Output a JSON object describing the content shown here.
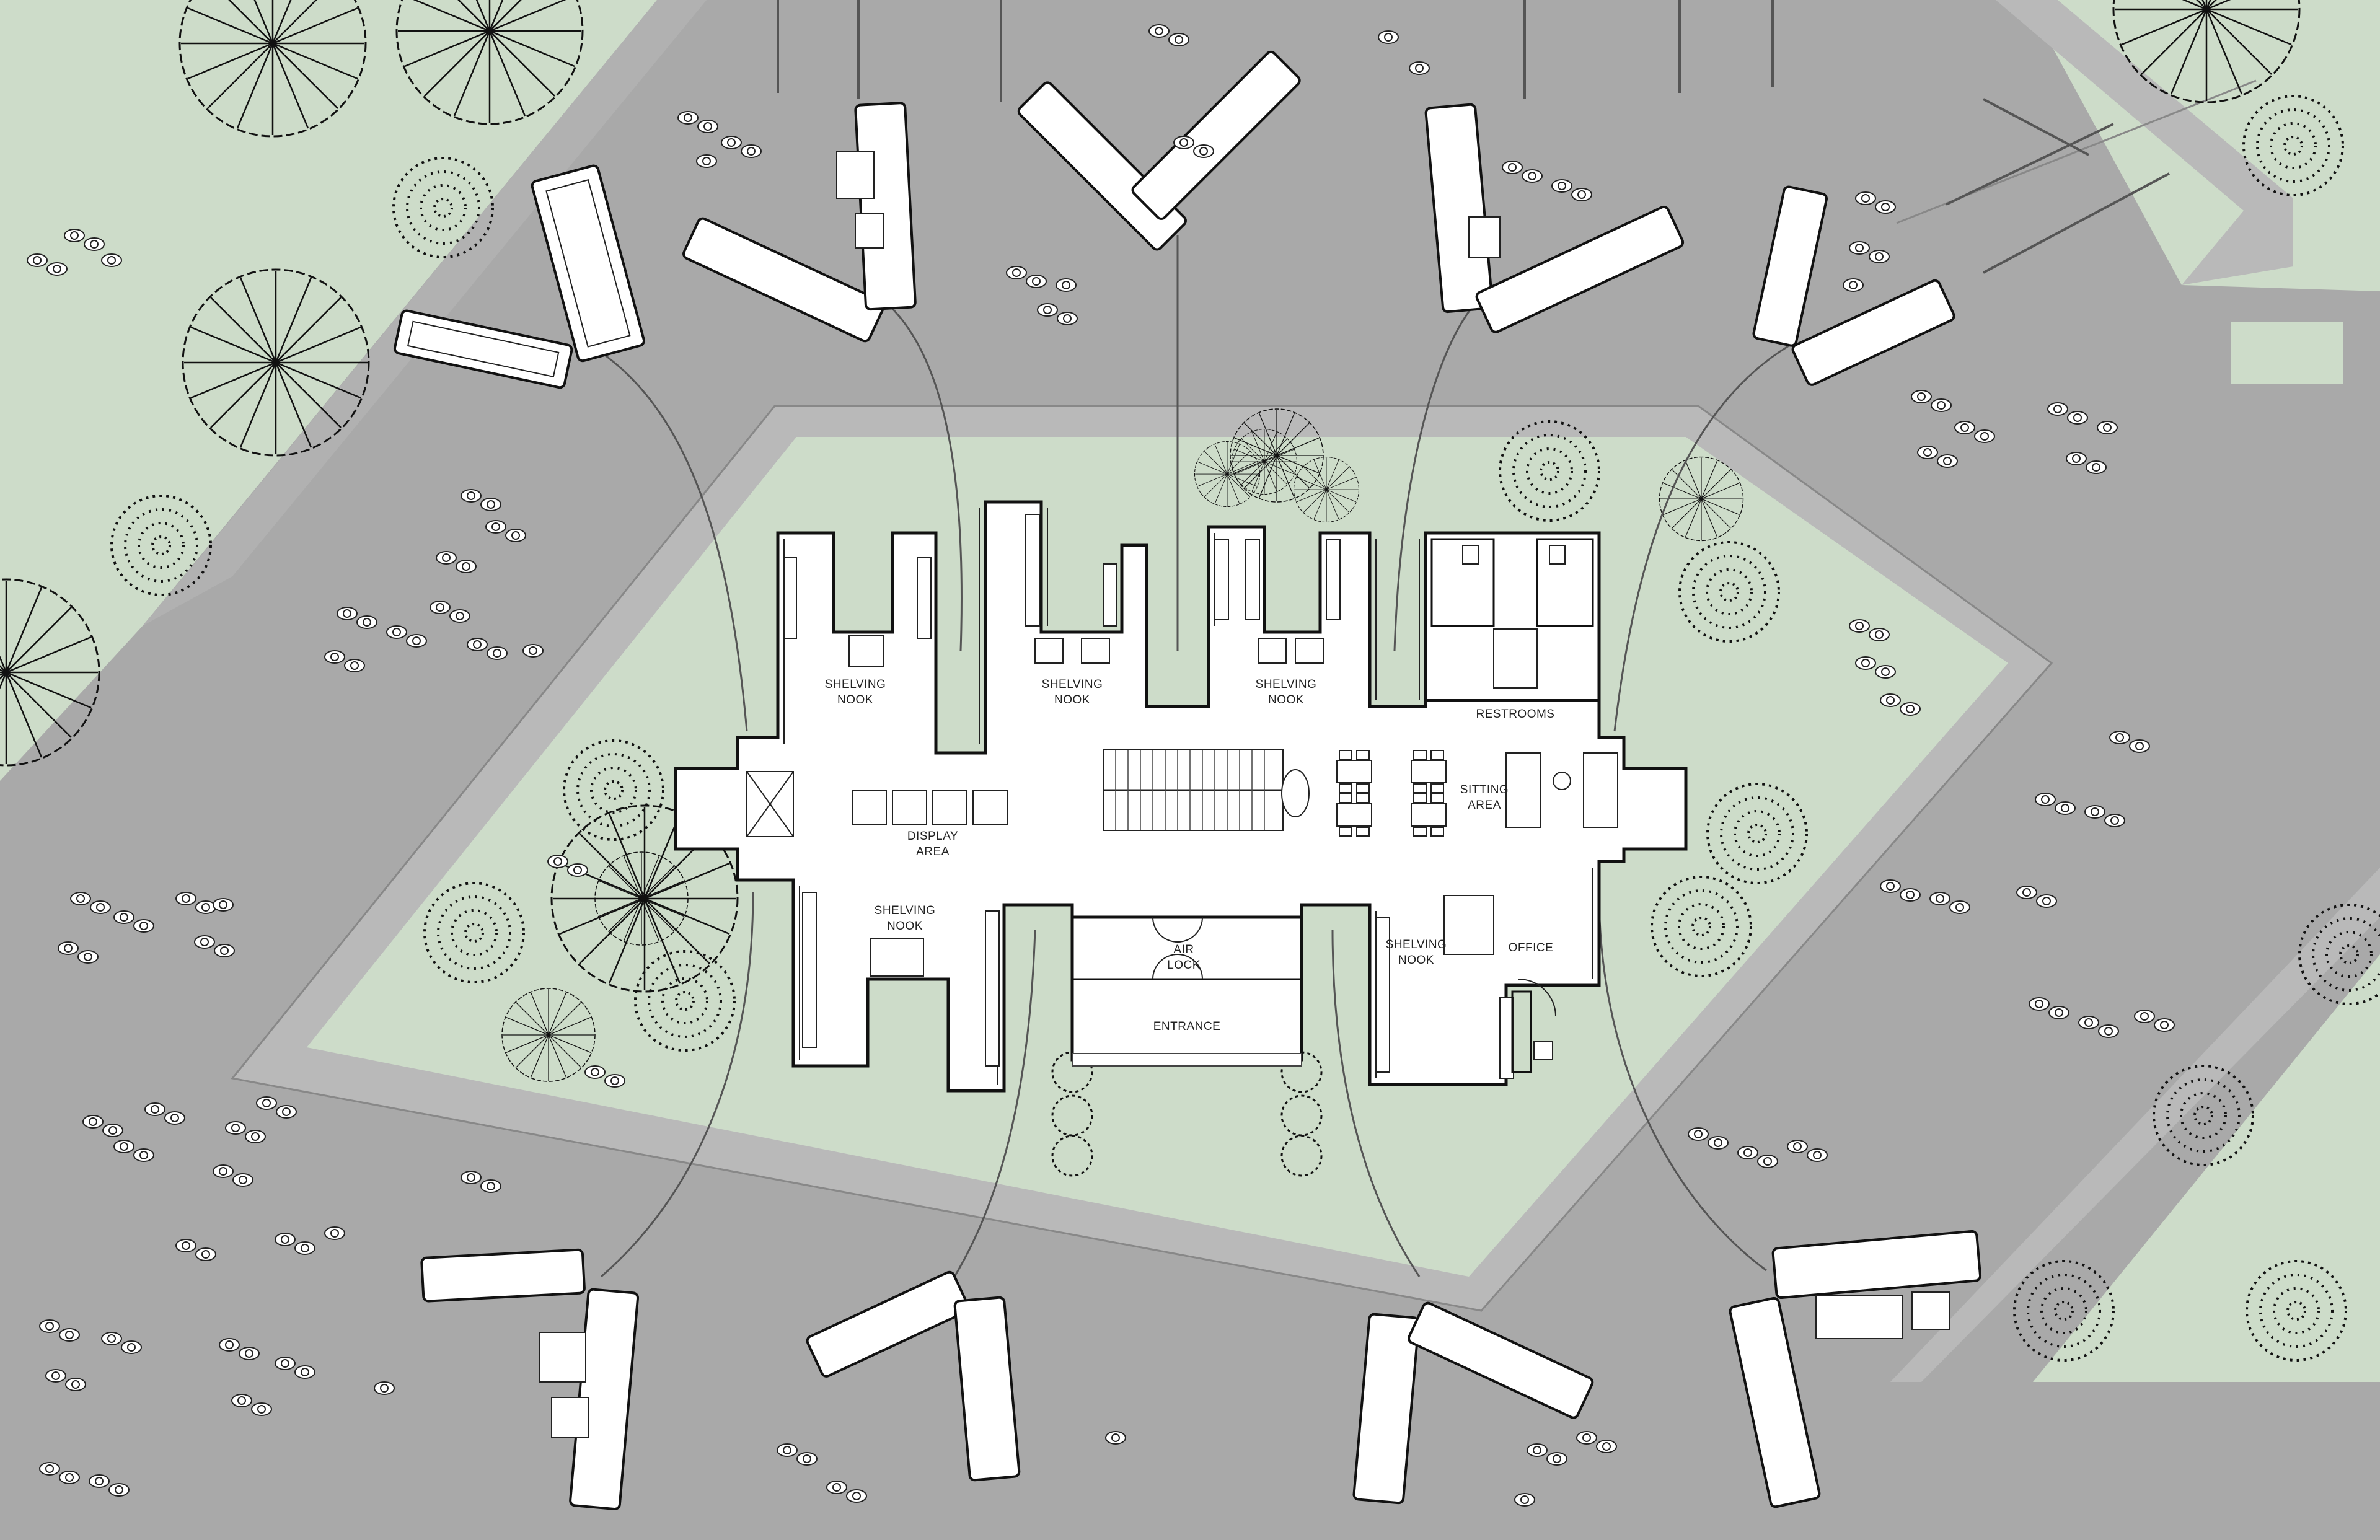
{
  "colors": {
    "paving": "#a9a9a9",
    "grass": "#cddcc9",
    "interior": "#ffffff",
    "walkway": "#b9b9b9",
    "line": "#111111"
  },
  "rooms": {
    "shelving_nook_1": [
      "SHELVING",
      "NOOK"
    ],
    "shelving_nook_2": [
      "SHELVING",
      "NOOK"
    ],
    "shelving_nook_3": [
      "SHELVING",
      "NOOK"
    ],
    "restrooms": "RESTROOMS",
    "display_area": [
      "DISPLAY",
      "AREA"
    ],
    "sitting_area": [
      "SITTING",
      "AREA"
    ],
    "shelving_nook_4": [
      "SHELVING",
      "NOOK"
    ],
    "air_lock": [
      "AIR",
      "LOCK"
    ],
    "shelving_nook_5": [
      "SHELVING",
      "NOOK"
    ],
    "office": "OFFICE",
    "entrance": "ENTRANCE"
  },
  "icons": {
    "tree": "radial-tree-icon",
    "shrub": "shrub-icon",
    "person": "person-top-view-icon",
    "canopy": "kiosk-canopy-icon"
  }
}
